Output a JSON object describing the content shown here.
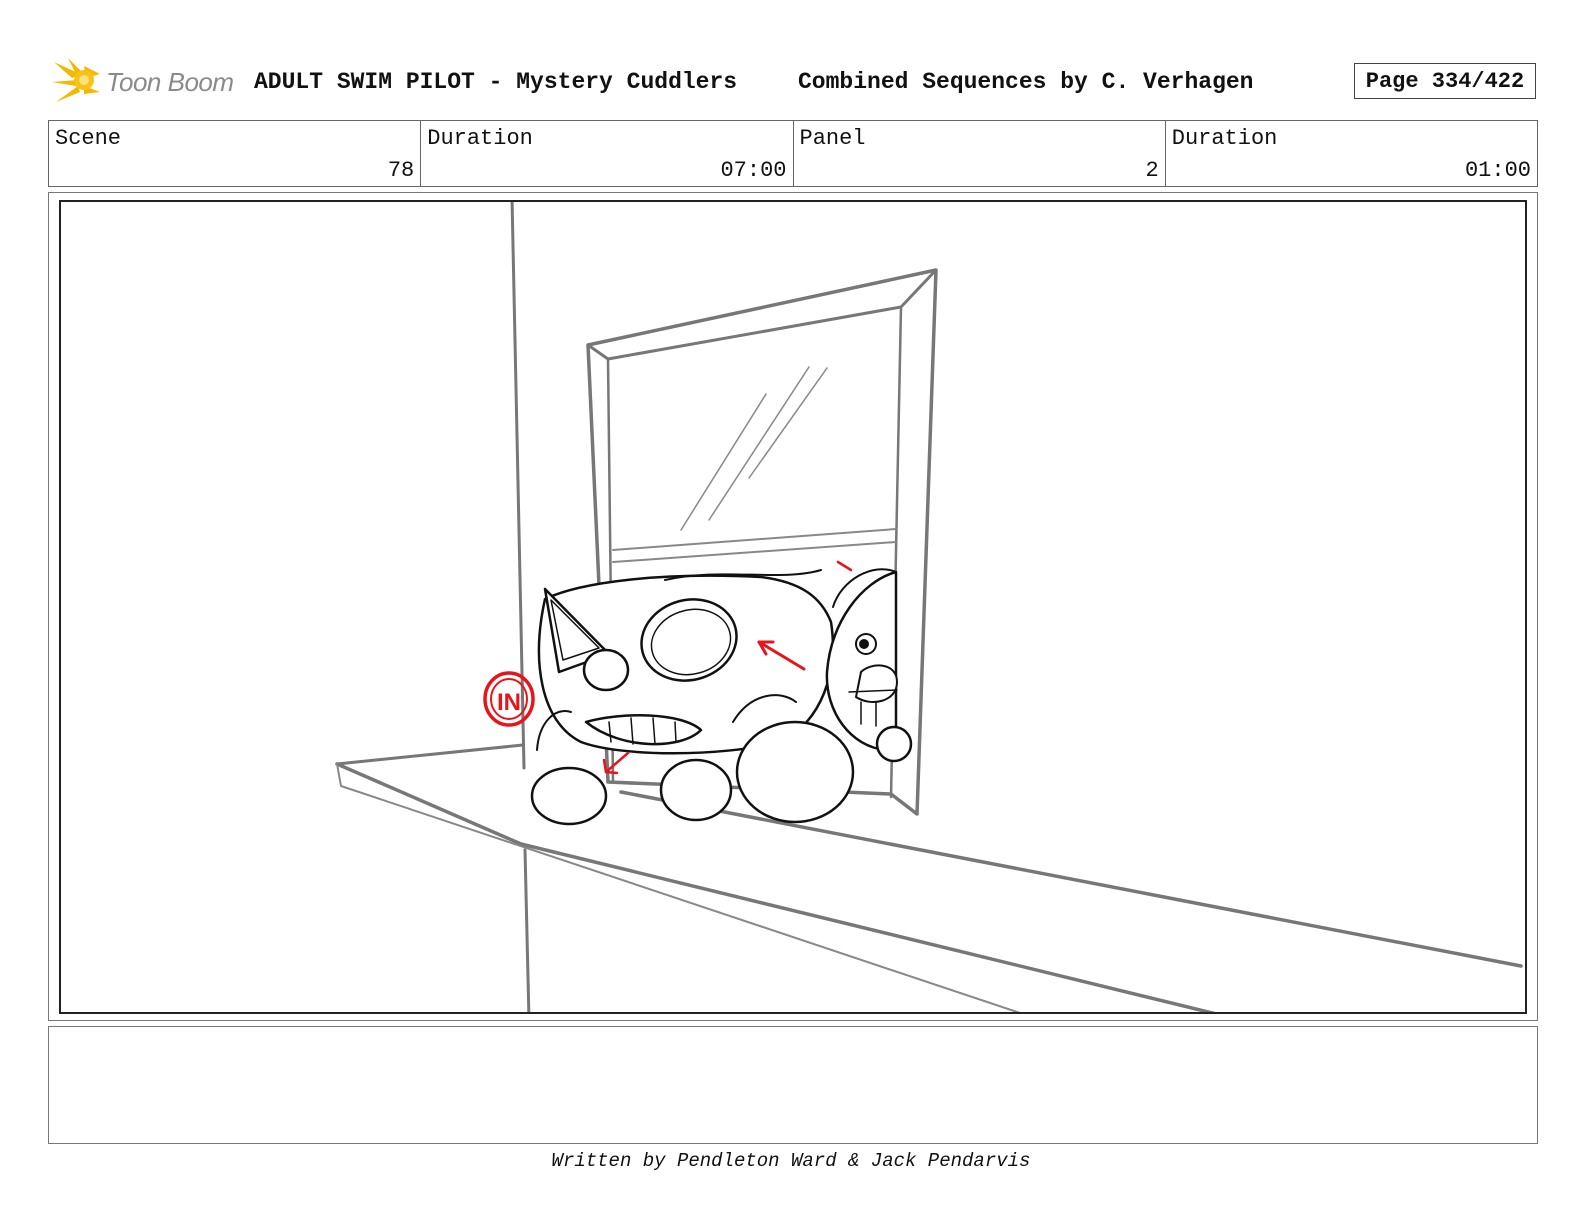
{
  "header": {
    "logo_text": "Toon Boom",
    "title": "ADULT SWIM PILOT - Mystery Cuddlers",
    "subtitle": "Combined Sequences by C. Verhagen",
    "page_label": "Page 334/422"
  },
  "info": {
    "scene_label": "Scene",
    "scene_value": "78",
    "scene_duration_label": "Duration",
    "scene_duration_value": "07:00",
    "panel_label": "Panel",
    "panel_value": "2",
    "panel_duration_label": "Duration",
    "panel_duration_value": "01:00"
  },
  "panel": {
    "in_marker": "IN",
    "accent_color": "#e8141b",
    "sketch_color": "#777777"
  },
  "notes": {
    "text": ""
  },
  "footer": {
    "credit": "Written by Pendleton Ward & Jack Pendarvis"
  }
}
